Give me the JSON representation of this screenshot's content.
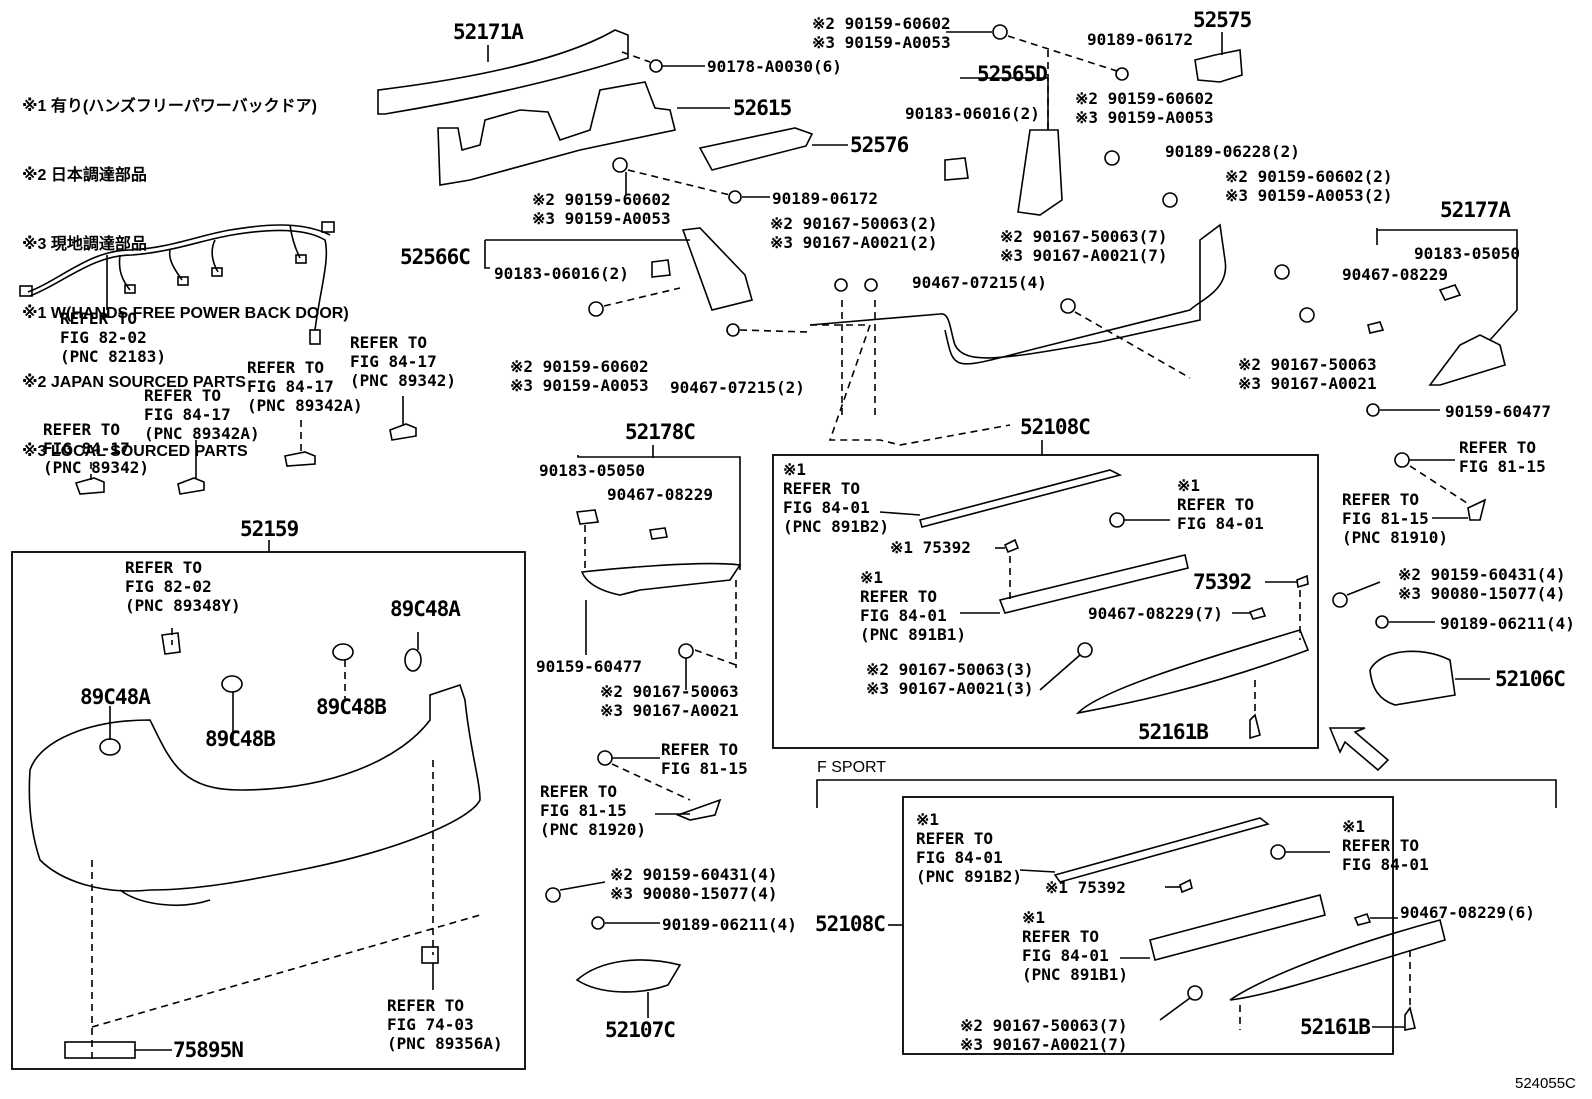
{
  "legend": {
    "lines": [
      "※1 有り(ハンズフリーパワーバックドア)",
      "※2 日本調達部品",
      "※3 現地調達部品",
      "※1 W(HANDS FREE POWER BACK DOOR)",
      "※2 JAPAN SOURCED PARTS",
      "※3 LOCAL SOURCED PARTS"
    ]
  },
  "labels": {
    "p52171A": "52171A",
    "p90178": "90178-A0030(6)",
    "p52615": "52615",
    "p52576": "52576",
    "top_bolt_a": "※2 90159-60602\n※3 90159-A0053",
    "p90189_06172_top": "90189-06172",
    "p52575": "52575",
    "p52565D": "52565D",
    "p90183_06016_r": "90183-06016(2)",
    "mid_bolt_r": "※2 90159-60602\n※3 90159-A0053",
    "p90189_06228": "90189-06228(2)",
    "bolt_r2": "※2 90159-60602(2)\n※3 90159-A0053(2)",
    "p52177A": "52177A",
    "p90183_05050_r": "90183-05050",
    "p90467_08229_r": "90467-08229",
    "clip_r": "※2 90167-50063\n※3 90167-A0021",
    "p90159_60477_r": "90159-60477",
    "left_bolt_mid": "※2 90159-60602\n※3 90159-A0053",
    "p90189_06172_mid": "90189-06172",
    "clip_mid2": "※2 90167-50063(2)\n※3 90167-A0021(2)",
    "clip_mid7": "※2 90167-50063(7)\n※3 90167-A0021(7)",
    "p52566C": "52566C",
    "p90183_06016_l": "90183-06016(2)",
    "p90467_07215_4": "90467-07215(4)",
    "left_bolt_low": "※2 90159-60602\n※3 90159-A0053",
    "p90467_07215_2": "90467-07215(2)",
    "p52108C_top": "52108C",
    "ref_82183": "REFER TO\nFIG 82-02\n(PNC 82183)",
    "ref_89342_a": "REFER TO\nFIG 84-17\n(PNC 89342)",
    "ref_89342A_a": "REFER TO\nFIG 84-17\n(PNC 89342A)",
    "ref_89342A_b": "REFER TO\nFIG 84-17\n(PNC 89342A)",
    "ref_89342_b": "REFER TO\nFIG 84-17\n(PNC 89342)",
    "p52159": "52159",
    "ref_89348Y": "REFER TO\nFIG 82-02\n(PNC 89348Y)",
    "p89C48A_r": "89C48A",
    "p89C48A_l": "89C48A",
    "p89C48B_l": "89C48B",
    "p89C48B_r": "89C48B",
    "ref_89356A": "REFER TO\nFIG 74-03\n(PNC 89356A)",
    "p75895N": "75895N",
    "p52178C": "52178C",
    "p90183_05050_m": "90183-05050",
    "p90467_08229_m": "90467-08229",
    "p90159_60477_m": "90159-60477",
    "clip_m": "※2 90167-50063\n※3 90167-A0021",
    "ref_81_15_a": "REFER TO\nFIG 81-15",
    "ref_81920": "REFER TO\nFIG 81-15\n(PNC 81920)",
    "bolt_m4": "※2 90159-60431(4)\n※3 90080-15077(4)",
    "p90189_06211_m": "90189-06211(4)",
    "p52107C": "52107C",
    "box1_ref_891B2": "※1\nREFER TO\nFIG 84-01\n(PNC 891B2)",
    "box1_ref_8401": "※1\nREFER TO\nFIG 84-01",
    "box1_75392a": "※1 75392",
    "box1_ref_891B1": "※1\nREFER TO\nFIG 84-01\n(PNC 891B1)",
    "box1_75392b": "75392",
    "box1_90467": "90467-08229(7)",
    "box1_clip": "※2 90167-50063(3)\n※3 90167-A0021(3)",
    "box1_52161B": "52161B",
    "ref_81_15_b": "REFER TO\nFIG 81-15",
    "ref_81910": "REFER TO\nFIG 81-15\n(PNC 81910)",
    "bolt_r4": "※2 90159-60431(4)\n※3 90080-15077(4)",
    "p90189_06211_r": "90189-06211(4)",
    "p52106C": "52106C",
    "f_sport": "F SPORT",
    "p52108C_fs": "52108C",
    "box2_ref_891B2": "※1\nREFER TO\nFIG 84-01\n(PNC 891B2)",
    "box2_ref_8401": "※1\nREFER TO\nFIG 84-01",
    "box2_75392": "※1 75392",
    "box2_ref_891B1": "※1\nREFER TO\nFIG 84-01\n(PNC 891B1)",
    "box2_90467": "90467-08229(6)",
    "box2_clip": "※2 90167-50063(7)\n※3 90167-A0021(7)",
    "box2_52161B": "52161B",
    "figure_id": "524055C"
  },
  "icons": {
    "arrow": "view-direction-arrow-icon"
  }
}
